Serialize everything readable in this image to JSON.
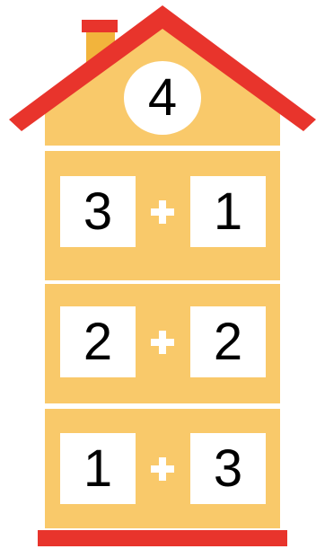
{
  "colors": {
    "roof": "#e8342c",
    "wall": "#f9c96a",
    "chimney": "#f2b43c",
    "foundation": "#e8342c",
    "cell": "#ffffff",
    "plus": "#ffffff"
  },
  "house": {
    "total": "4",
    "floors": [
      {
        "left": "3",
        "operator": "+",
        "right": "1"
      },
      {
        "left": "2",
        "operator": "+",
        "right": "2"
      },
      {
        "left": "1",
        "operator": "+",
        "right": "3"
      }
    ]
  },
  "icons": {
    "operator": "plus-icon"
  }
}
